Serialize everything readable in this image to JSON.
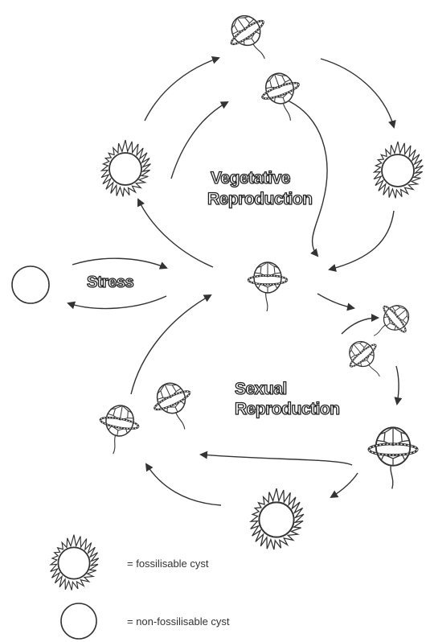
{
  "cycle_labels": {
    "vegetative_line1": "Vegetative",
    "vegetative_line2": "Reproduction",
    "sexual_line1": "Sexual",
    "sexual_line2": "Reproduction",
    "stress": "Stress"
  },
  "legend": {
    "fossilisable": "= fossilisable cyst",
    "non_fossilisable": "= non-fossilisable cyst"
  },
  "colors": {
    "stroke": "#333333",
    "label_fill": "#ffffff"
  },
  "icons": [
    "dinoflagellate-cell-icon",
    "spiny-cyst-icon",
    "smooth-cyst-icon",
    "arrow-icon"
  ]
}
